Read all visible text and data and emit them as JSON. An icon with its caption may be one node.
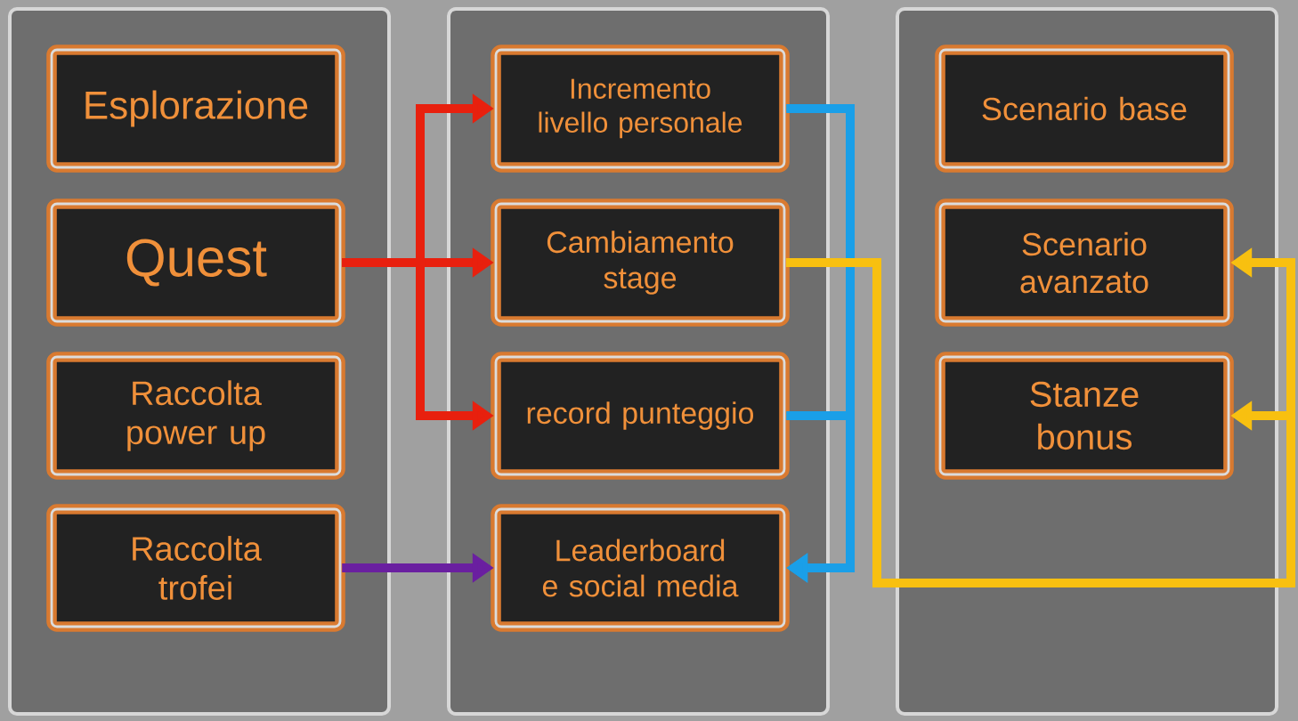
{
  "diagram": {
    "nodes": [
      {
        "text": [],
        "shape": "box"
      },
      {
        "text": [
          "Esplorazione"
        ],
        "in": 0
      },
      {
        "text": [
          "Quest"
        ],
        "in": 0
      },
      {
        "text": [
          "Raccolta power up"
        ],
        "in": 0
      },
      {
        "text": [
          "Raccolta trofei"
        ],
        "in": 0
      },
      {
        "text": [],
        "shape": "box"
      },
      {
        "text": [
          "Incremento livello personale"
        ],
        "in": 5
      },
      {
        "text": [
          "Cambiamento stage"
        ],
        "in": 5
      },
      {
        "text": [
          "record punteggio"
        ],
        "in": 5
      },
      {
        "text": [
          "Leaderboard e social media"
        ],
        "in": 5
      },
      {
        "text": [],
        "shape": "box"
      },
      {
        "text": [
          "Scenario base"
        ],
        "in": 10
      },
      {
        "text": [
          "Scenario avanzato"
        ],
        "in": 10
      },
      {
        "text": [
          "Stanze bonus"
        ],
        "in": 10
      }
    ],
    "edges": [
      {
        "from": 2,
        "to": 6,
        "arrow": "to",
        "color": "#e8200e"
      },
      {
        "from": 2,
        "to": 7,
        "arrow": "to",
        "color": "#e8200e"
      },
      {
        "from": 2,
        "to": 8,
        "arrow": "to",
        "color": "#e8200e"
      },
      {
        "from": 4,
        "to": 9,
        "arrow": "to",
        "color": "#6a1fa0"
      },
      {
        "from": 6,
        "to": 9,
        "arrow": "to",
        "color": "#1a9fe8"
      },
      {
        "from": 8,
        "to": 9,
        "arrow": "to",
        "color": "#1a9fe8"
      },
      {
        "from": 7,
        "to": 12,
        "arrow": "to",
        "color": "#f8c010"
      },
      {
        "from": 7,
        "to": 13,
        "arrow": "to",
        "color": "#f8c010"
      }
    ]
  }
}
